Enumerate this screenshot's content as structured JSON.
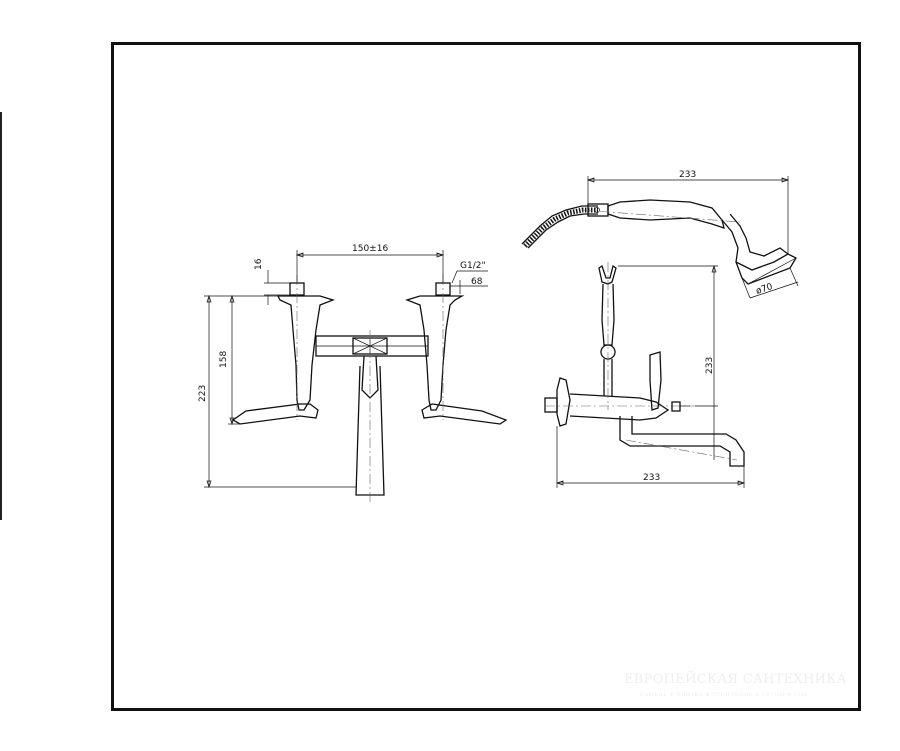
{
  "diagram": {
    "labels": {
      "dim_150": "150±16",
      "dim_16": "16",
      "dim_g12": "G1/2\"",
      "dim_68": "68",
      "dim_158": "158",
      "dim_223": "223",
      "dim_233_shower": "233",
      "dim_233_vertical": "233",
      "dim_233_spout": "233",
      "dim_d70": "ø70"
    }
  },
  "watermark": {
    "title": "ЕВРОПЕЙСКАЯ САНТЕХНИКА",
    "subtitle": "САМЕНЬ ★ ПЛИТКА ★ ОТОПЛЕНИЕ ★ САУНЫ ★ СПА"
  },
  "colors": {
    "line": "#111111",
    "centerline": "#555555",
    "frame": "#111111",
    "watermark": "#eeeeee"
  }
}
